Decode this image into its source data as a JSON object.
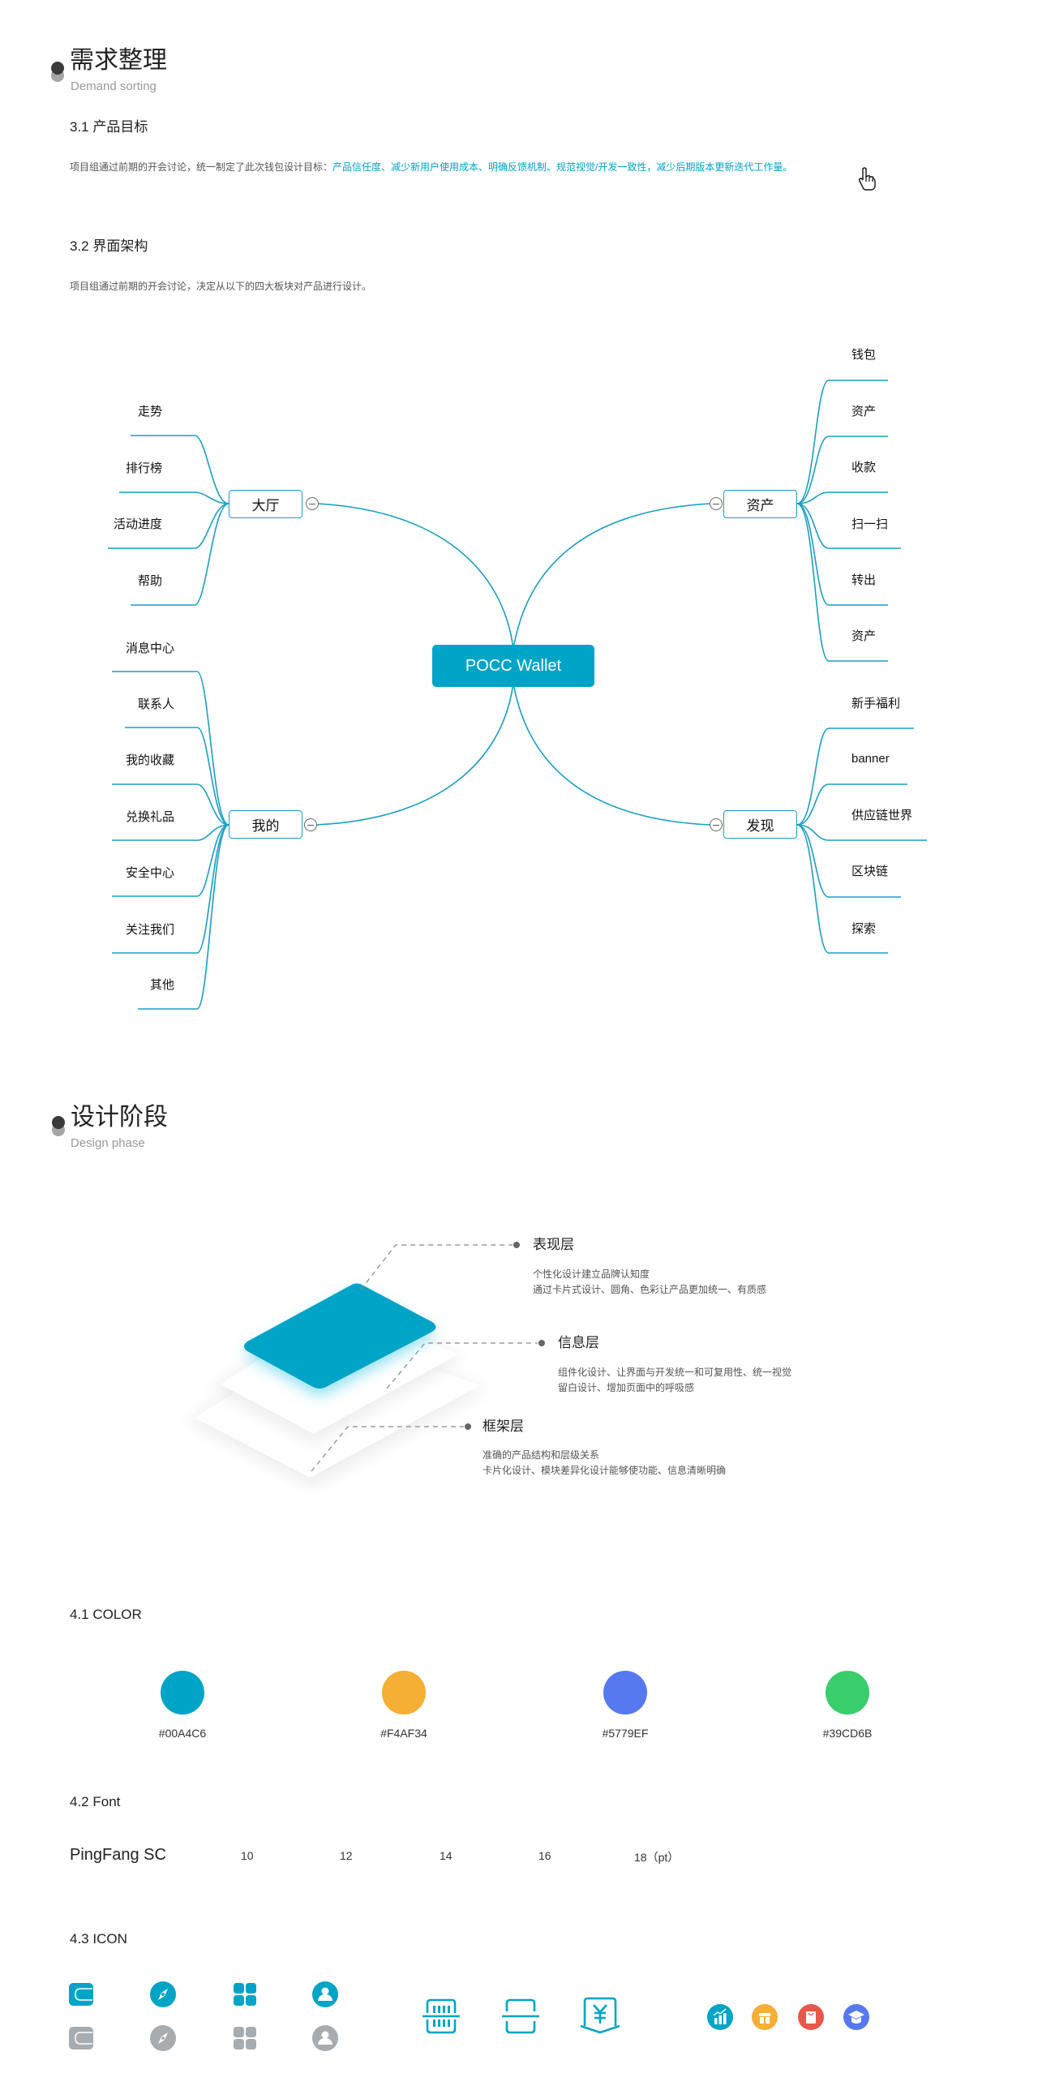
{
  "section1": {
    "title": "需求整理",
    "subtitle": "Demand sorting",
    "goal": {
      "heading": "3.1 产品目标",
      "intro": "项目组通过前期的开会讨论，统一制定了此次钱包设计目标：",
      "highlight": "产品信任度、减少新用户使用成本、明确反馈机制、规范视觉/开发一致性，减少后期版本更新迭代工作量。"
    },
    "architecture": {
      "heading": "3.2 界面架构",
      "intro": "项目组通过前期的开会讨论，决定从以下的四大板块对产品进行设计。"
    }
  },
  "mindmap": {
    "center": "POCC Wallet",
    "line_color": "#1a9fc2",
    "branches": [
      {
        "label": "大厅",
        "side": "left",
        "children": [
          "走势",
          "排行榜",
          "活动进度",
          "帮助"
        ]
      },
      {
        "label": "资产",
        "side": "right",
        "children": [
          "钱包",
          "资产",
          "收款",
          "扫一扫",
          "转出",
          "资产"
        ]
      },
      {
        "label": "我的",
        "side": "left",
        "children": [
          "消息中心",
          "联系人",
          "我的收藏",
          "兑换礼品",
          "安全中心",
          "关注我们",
          "其他"
        ]
      },
      {
        "label": "发现",
        "side": "right",
        "children": [
          "新手福利",
          "banner",
          "供应链世界",
          "区块链",
          "探索"
        ]
      }
    ]
  },
  "section2": {
    "title": "设计阶段",
    "subtitle": "Design phase",
    "layers": [
      {
        "title": "表现层",
        "lines": [
          "个性化设计建立品牌认知度",
          "通过卡片式设计、圆角、色彩让产品更加统一、有质感"
        ]
      },
      {
        "title": "信息层",
        "lines": [
          "组件化设计、让界面与开发统一和可复用性、统一视觉",
          "留白设计、增加页面中的呼吸感"
        ]
      },
      {
        "title": "框架层",
        "lines": [
          "准确的产品结构和层级关系",
          "卡片化设计、模块差异化设计能够使功能、信息清晰明确"
        ]
      }
    ]
  },
  "color": {
    "heading": "4.1 COLOR",
    "swatches": [
      {
        "hex": "#00A4C6",
        "label": "#00A4C6"
      },
      {
        "hex": "#F4AF34",
        "label": "#F4AF34"
      },
      {
        "hex": "#5779EF",
        "label": "#5779EF"
      },
      {
        "hex": "#39CD6B",
        "label": "#39CD6B"
      }
    ]
  },
  "font": {
    "heading": "4.2 Font",
    "name": "PingFang SC",
    "sizes": [
      "10",
      "12",
      "14",
      "16",
      "18（pt）"
    ]
  },
  "icon": {
    "heading": "4.3 ICON",
    "tab_icons_active": [
      "wallet-icon",
      "compass-icon",
      "grid-icon",
      "user-icon"
    ],
    "tab_icons_inactive": [
      "wallet-icon",
      "compass-icon",
      "grid-icon",
      "user-icon"
    ],
    "active_color": "#00A4C6",
    "inactive_color": "#A7ACB0",
    "outline_icons": [
      "barcode-scan-icon",
      "scan-icon",
      "yuan-receipt-icon"
    ],
    "circle_icons": [
      {
        "name": "chart-icon",
        "color": "#00A4C6"
      },
      {
        "name": "gift-icon",
        "color": "#F4AF34"
      },
      {
        "name": "shopping-bag-icon",
        "color": "#E8584A"
      },
      {
        "name": "graduation-cap-icon",
        "color": "#5779EF"
      }
    ]
  }
}
